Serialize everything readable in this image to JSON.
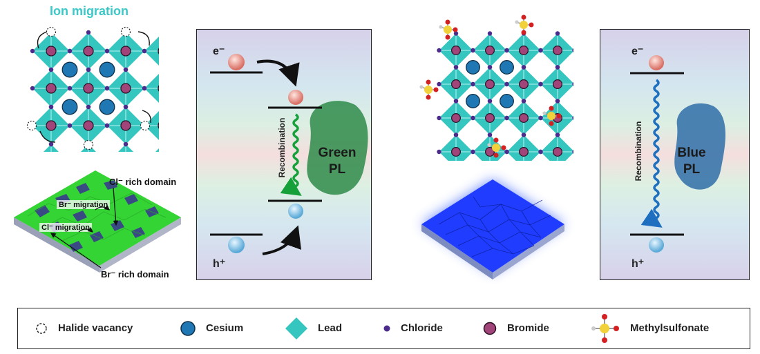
{
  "left_panel": {
    "title": "Ion migration",
    "annotations": {
      "cl_rich": "Cl⁻ rich domain",
      "br_migration": "Br⁻ migration",
      "cl_migration": "Cl⁻ migration",
      "br_rich": "Br⁻ rich domain"
    }
  },
  "green_panel": {
    "electron": "e⁻",
    "hole": "h⁺",
    "recombination": "Recombination",
    "pl_label_1": "Green",
    "pl_label_2": "PL"
  },
  "blue_panel": {
    "electron": "e⁻",
    "hole": "h⁺",
    "recombination": "Recombination",
    "pl_label_1": "Blue",
    "pl_label_2": "PL"
  },
  "legend": [
    {
      "label": "Halide vacancy",
      "icon": "dashed-circle"
    },
    {
      "label": "Cesium",
      "icon": "blue-circle"
    },
    {
      "label": "Lead",
      "icon": "teal-diamond"
    },
    {
      "label": "Chloride",
      "icon": "purple-dot"
    },
    {
      "label": "Bromide",
      "icon": "magenta-circle"
    },
    {
      "label": "Methylsulfonate",
      "icon": "methylsulfonate-molecule"
    }
  ],
  "colors": {
    "lead": "#35c6c0",
    "cesium": "#1f78b4",
    "chloride": "#4b2b8c",
    "bromide": "#a0447a",
    "green_pl": "#2e8b4a",
    "blue_pl": "#2f6fa8",
    "film_green": "#3be03b",
    "film_blue": "#1e3cff"
  }
}
